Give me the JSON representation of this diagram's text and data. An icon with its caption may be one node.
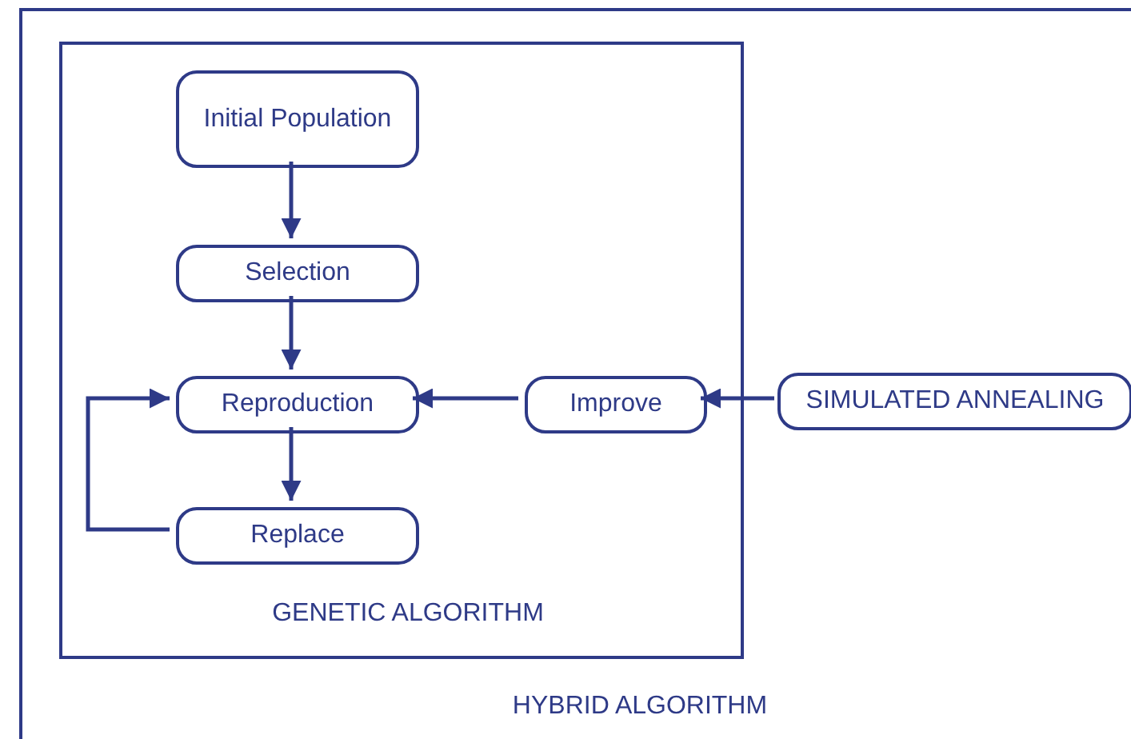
{
  "diagram": {
    "nodes": [
      {
        "text": [
          "HYBRID ALGORITHM"
        ]
      },
      {
        "text": [
          "GENETIC ALGORITHM"
        ],
        "in": 0
      },
      {
        "text": [
          "Initial Population"
        ],
        "in": 1
      },
      {
        "text": [
          "Selection"
        ],
        "in": 1
      },
      {
        "text": [
          "Reproduction"
        ],
        "in": 1
      },
      {
        "text": [
          "Replace"
        ],
        "in": 1
      },
      {
        "text": [
          "Improve"
        ],
        "in": 1
      },
      {
        "text": [
          "SIMULATED ANNEALING"
        ],
        "in": 0
      }
    ],
    "edges": [
      {
        "from": 2,
        "to": 3,
        "arrow": "to"
      },
      {
        "from": 3,
        "to": 4,
        "arrow": "to"
      },
      {
        "from": 4,
        "to": 5,
        "arrow": "to"
      },
      {
        "from": 5,
        "to": 4,
        "arrow": "to"
      },
      {
        "from": 6,
        "to": 4,
        "arrow": "to"
      },
      {
        "from": 7,
        "to": 6,
        "arrow": "to"
      }
    ]
  }
}
